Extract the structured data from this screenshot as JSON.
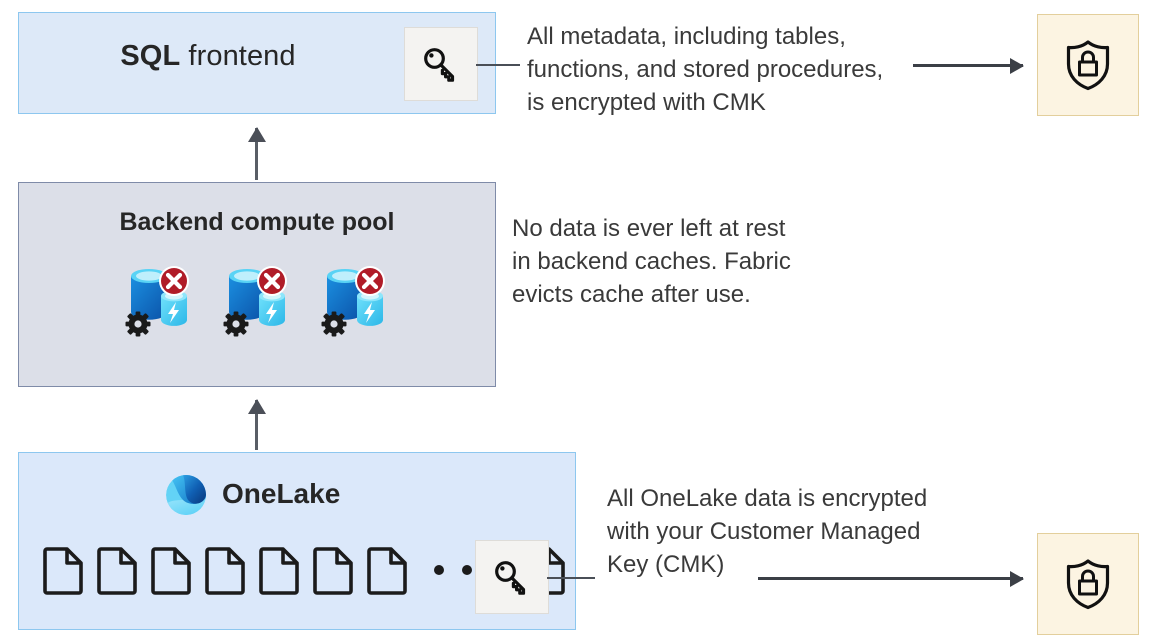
{
  "diagram": {
    "title": "Microsoft Fabric CMK encryption architecture",
    "colors": {
      "sql_box_bg": "#dde9f8",
      "sql_box_border": "#8dc7ef",
      "backend_box_bg": "#dcdfe8",
      "backend_box_border": "#7f8ba8",
      "onelake_box_bg": "#dbe8fa",
      "onelake_box_border": "#8dc7ef",
      "shield_box_bg": "#fcf4e2",
      "shield_box_border": "#e3cf9c",
      "key_box_bg": "#f4f3f1",
      "key_box_border": "#dedcd8",
      "arrow": "#3b3f46",
      "text": "#3a3a3a",
      "badge_red": "#b01c28",
      "db_dark_blue": "#1668c1",
      "db_light_blue": "#50d0f5"
    }
  },
  "sql_layer": {
    "title_bold": "SQL",
    "title_rest": " frontend",
    "key_icon": "key-icon"
  },
  "backend_layer": {
    "title": "Backend compute pool",
    "nodes": [
      {
        "label": "compute-node-1",
        "badge": "red-x-badge"
      },
      {
        "label": "compute-node-2",
        "badge": "red-x-badge"
      },
      {
        "label": "compute-node-3",
        "badge": "red-x-badge"
      }
    ]
  },
  "onelake_layer": {
    "title": "OneLake",
    "logo_icon": "onelake-logo-icon",
    "file_count_before_ellipsis": 7,
    "ellipsis_dots": 3,
    "file_count_after_ellipsis": 1,
    "key_icon": "key-icon"
  },
  "annotations": [
    {
      "id": "metadata-cmk-note",
      "text": "All metadata, including tables,\nfunctions, and stored procedures,\nis encrypted with CMK"
    },
    {
      "id": "backend-cache-note",
      "text": "No data is ever left at rest\nin backend caches. Fabric\nevicts cache after use."
    },
    {
      "id": "onelake-cmk-note",
      "text": "All OneLake data is encrypted\nwith your Customer Managed\nKey (CMK)"
    }
  ],
  "vaults": [
    {
      "id": "key-vault-top",
      "icon": "shield-lock-icon"
    },
    {
      "id": "key-vault-bottom",
      "icon": "shield-lock-icon"
    }
  ]
}
